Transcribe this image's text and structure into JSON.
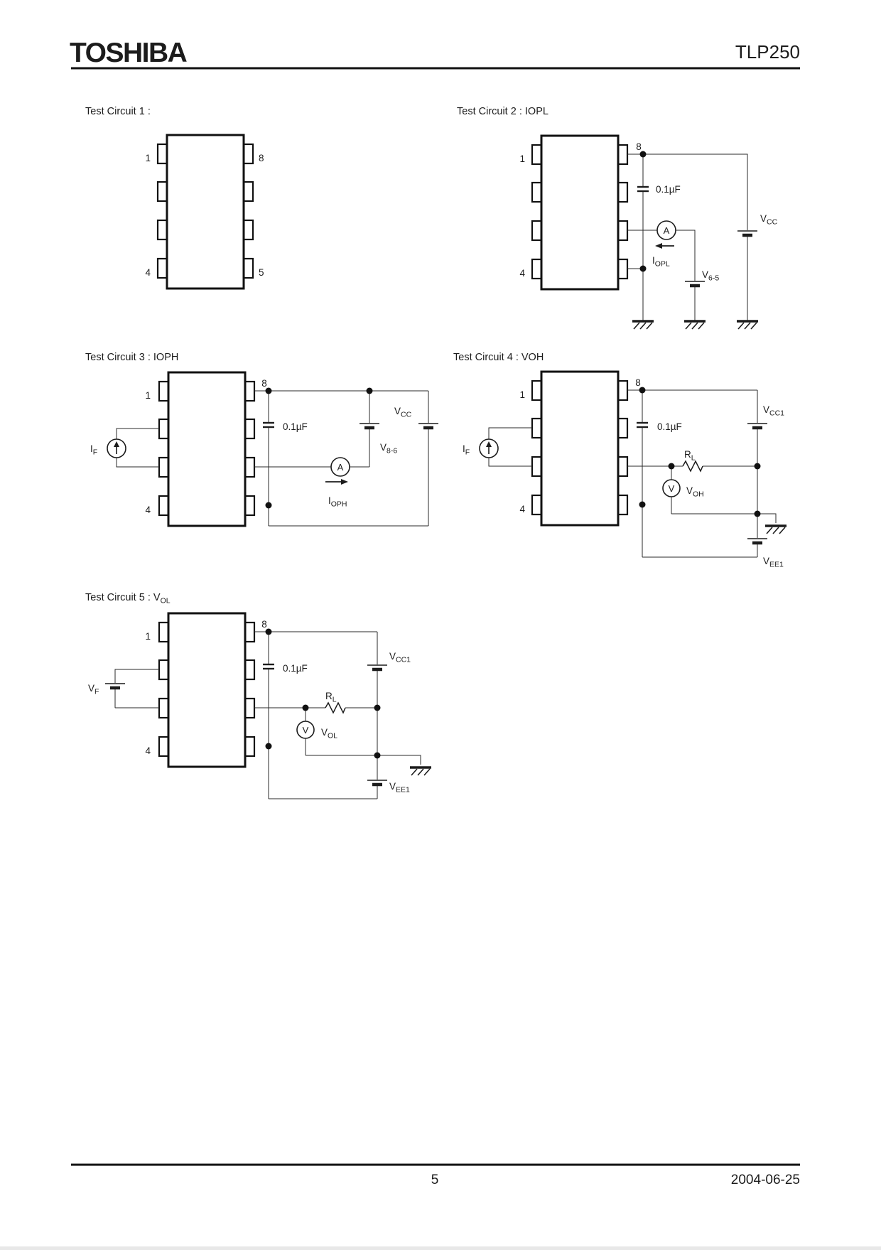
{
  "header": {
    "brand": "TOSHIBA",
    "part": "TLP250"
  },
  "footer": {
    "page": "5",
    "date": "2004-06-25"
  },
  "labels": {
    "c1": {
      "title": "Test Circuit 1 :",
      "pin1": "1",
      "pin8": "8",
      "pin4": "4",
      "pin5": "5"
    },
    "c2": {
      "title": "Test Circuit 2 : IOPL",
      "pin1": "1",
      "pin4": "4",
      "pin8": "8",
      "cap": "0.1µF",
      "meter": "A",
      "iopl": {
        "main": "I",
        "sub": "OPL"
      },
      "v65": {
        "main": "V",
        "sub": "6-5"
      },
      "vcc": {
        "main": "V",
        "sub": "CC"
      }
    },
    "c3": {
      "title": "Test Circuit 3 : IOPH",
      "pin1": "1",
      "pin4": "4",
      "pin8": "8",
      "iff": {
        "main": "I",
        "sub": "F"
      },
      "cap": "0.1µF",
      "meter": "A",
      "v86": {
        "main": "V",
        "sub": "8-6"
      },
      "vcc": {
        "main": "V",
        "sub": "CC"
      },
      "ioph": {
        "main": "I",
        "sub": "OPH"
      }
    },
    "c4": {
      "title": "Test Circuit 4 : VOH",
      "pin1": "1",
      "pin4": "4",
      "pin8": "8",
      "iff": {
        "main": "I",
        "sub": "F"
      },
      "cap": "0.1µF",
      "meter": "V",
      "vcc1": {
        "main": "V",
        "sub": "CC1"
      },
      "rl": {
        "main": "R",
        "sub": "L"
      },
      "voh": {
        "main": "V",
        "sub": "OH"
      },
      "vee1": {
        "main": "V",
        "sub": "EE1"
      }
    },
    "c5": {
      "title": {
        "main": "Test Circuit 5 : V",
        "sub": "OL"
      },
      "pin1": "1",
      "pin4": "4",
      "pin8": "8",
      "vf": {
        "main": "V",
        "sub": "F"
      },
      "cap": "0.1µF",
      "meter": "V",
      "vcc1": {
        "main": "V",
        "sub": "CC1"
      },
      "rl": {
        "main": "R",
        "sub": "L"
      },
      "vol": {
        "main": "V",
        "sub": "OL"
      },
      "vee1": {
        "main": "V",
        "sub": "EE1"
      }
    }
  },
  "colors": {
    "ink": "#1c1c1c",
    "paper": "#ffffff"
  }
}
